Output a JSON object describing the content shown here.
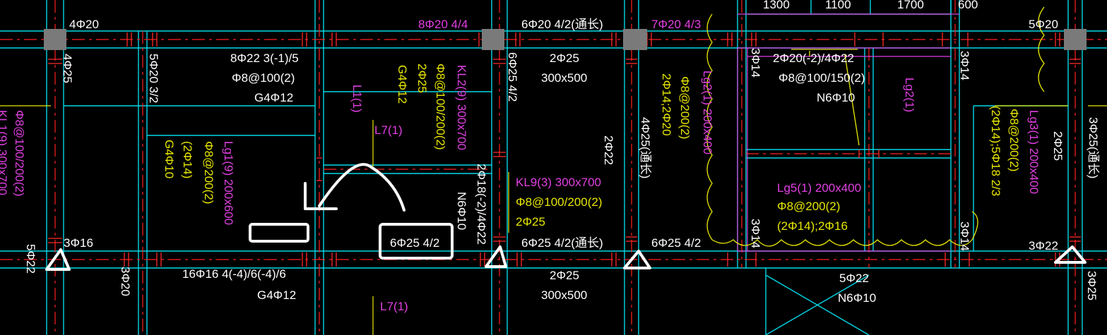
{
  "colors": {
    "background": "#000000",
    "beam_line": "#00d7e6",
    "axis_line": "#ff2020",
    "label_white": "#ffffff",
    "label_yellow": "#e6e600",
    "label_magenta": "#e040e0",
    "markup": "#ffffff"
  },
  "labels": [
    {
      "name": "label-4phi20-top-left",
      "text": "4Φ20",
      "color": "white"
    },
    {
      "name": "label-8phi20-4-4",
      "text": "8Φ20 4/4",
      "color": "magenta"
    },
    {
      "name": "label-6phi20-top-mid",
      "text": "6Φ20 4/2(通长)",
      "color": "white"
    },
    {
      "name": "label-7phi20-4-3",
      "text": "7Φ20 4/3",
      "color": "magenta"
    },
    {
      "name": "label-dim-1300",
      "text": "1300",
      "color": "white"
    },
    {
      "name": "label-dim-1100",
      "text": "1100",
      "color": "white"
    },
    {
      "name": "label-dim-1700",
      "text": "1700",
      "color": "white"
    },
    {
      "name": "label-dim-600",
      "text": "600",
      "color": "white"
    },
    {
      "name": "label-5phi20-top-right",
      "text": "5Φ20",
      "color": "white"
    },
    {
      "name": "label-8phi22-3-1-5",
      "text": "8Φ22 3(-1)/5",
      "color": "white"
    },
    {
      "name": "label-phi8-100-2-left",
      "text": "Φ8@100(2)",
      "color": "white"
    },
    {
      "name": "label-g4phi12-top",
      "text": "G4Φ12",
      "color": "white"
    },
    {
      "name": "label-2phi25-top",
      "text": "2Φ25",
      "color": "white"
    },
    {
      "name": "label-300x500-top",
      "text": "300x500",
      "color": "white"
    },
    {
      "name": "label-2phi20-2-4phi22",
      "text": "2Φ20(-2)/4Φ22",
      "color": "white"
    },
    {
      "name": "label-phi8-100-150-2",
      "text": "Φ8@100/150(2)",
      "color": "white"
    },
    {
      "name": "label-n6phi10-top",
      "text": "N6Φ10",
      "color": "white"
    },
    {
      "name": "label-4phi25-left-col",
      "text": "4Φ25",
      "color": "white"
    },
    {
      "name": "label-5phi20-3-2",
      "text": "5Φ20 3/2",
      "color": "white"
    },
    {
      "name": "label-l1-1",
      "text": "L1(1)",
      "color": "magenta"
    },
    {
      "name": "label-l7-1-upper",
      "text": "L7(1)",
      "color": "magenta"
    },
    {
      "name": "label-g4phi12-vert",
      "text": "G4Φ12",
      "color": "yellow"
    },
    {
      "name": "label-2phi25-vert",
      "text": "2Φ25",
      "color": "yellow"
    },
    {
      "name": "label-phi8-100-200-2-vert",
      "text": "Φ8@100/200(2)",
      "color": "yellow"
    },
    {
      "name": "label-kl2-9-300x700",
      "text": "KL2(9) 300x700",
      "color": "magenta"
    },
    {
      "name": "label-6phi25-4-2-vert",
      "text": "6Φ25 4/2",
      "color": "white"
    },
    {
      "name": "label-kl1-9-300x700",
      "text": "KL1(9) 300x700",
      "color": "magenta"
    },
    {
      "name": "label-phi8-100-200-2-far-left",
      "text": "Φ8@100/200(2)",
      "color": "magenta"
    },
    {
      "name": "label-g4phi10",
      "text": "G4Φ10",
      "color": "yellow"
    },
    {
      "name": "label-2phi14",
      "text": "(2Φ14)",
      "color": "yellow"
    },
    {
      "name": "label-phi8-200-2-lg1",
      "text": "Φ8@200(2)",
      "color": "yellow"
    },
    {
      "name": "label-lg1-9-200x600",
      "text": "Lg1(9) 200x600",
      "color": "magenta"
    },
    {
      "name": "label-2phi18-2-4phi22",
      "text": "2Φ18(-2)/4Φ22",
      "color": "white"
    },
    {
      "name": "label-n6phi10-vert",
      "text": "N6Φ10",
      "color": "white"
    },
    {
      "name": "label-2phi22-vert",
      "text": "2Φ22",
      "color": "white"
    },
    {
      "name": "label-4phi25-tongchang",
      "text": "4Φ25(通长)",
      "color": "white"
    },
    {
      "name": "label-2phi14-2phi20",
      "text": "2Φ14;2Φ20",
      "color": "yellow"
    },
    {
      "name": "label-phi8-200-2-lg2",
      "text": "Φ8@200(2)",
      "color": "yellow"
    },
    {
      "name": "label-lg2-1-200x400",
      "text": "Lg2(1) 200x400",
      "color": "magenta"
    },
    {
      "name": "label-3phi14-a",
      "text": "3Φ14",
      "color": "white"
    },
    {
      "name": "label-lg2-1-small",
      "text": "Lg2(1)",
      "color": "magenta"
    },
    {
      "name": "label-3phi14-b",
      "text": "3Φ14",
      "color": "white"
    },
    {
      "name": "label-lg3-1-200x400",
      "text": "Lg3(1) 200x400",
      "color": "magenta"
    },
    {
      "name": "label-phi8-200-2-lg3",
      "text": "Φ8@200(2)",
      "color": "yellow"
    },
    {
      "name": "label-2phi14-5phi18",
      "text": "(2Φ14);5Φ18 2/3",
      "color": "yellow"
    },
    {
      "name": "label-2phi25-right-vert",
      "text": "2Φ25",
      "color": "white"
    },
    {
      "name": "label-3phi25-tongchang",
      "text": "3Φ25(通长)",
      "color": "white"
    },
    {
      "name": "label-kl9-3-300x700",
      "text": "KL9(3) 300x700",
      "color": "magenta"
    },
    {
      "name": "label-phi8-100-200-2-kl9",
      "text": "Φ8@100/200(2)",
      "color": "yellow"
    },
    {
      "name": "label-2phi25-kl9",
      "text": "2Φ25",
      "color": "yellow"
    },
    {
      "name": "label-lg5-1-200x400",
      "text": "Lg5(1) 200x400",
      "color": "magenta"
    },
    {
      "name": "label-phi8-200-2-lg5",
      "text": "Φ8@200(2)",
      "color": "yellow"
    },
    {
      "name": "label-2phi14-2phi16",
      "text": "(2Φ14);2Φ16",
      "color": "yellow"
    },
    {
      "name": "label-3phi14-c",
      "text": "3Φ14",
      "color": "white"
    },
    {
      "name": "label-3phi14-d",
      "text": "3Φ14",
      "color": "white"
    },
    {
      "name": "label-3phi16",
      "text": "3Φ16",
      "color": "white"
    },
    {
      "name": "label-5phi22-left-vert",
      "text": "5Φ22",
      "color": "white"
    },
    {
      "name": "label-6phi25-4-2-circled",
      "text": "6Φ25 4/2",
      "color": "white"
    },
    {
      "name": "label-6phi25-4-2-tongchang",
      "text": "6Φ25 4/2(通长)",
      "color": "white"
    },
    {
      "name": "label-6phi25-4-2-right",
      "text": "6Φ25 4/2",
      "color": "white"
    },
    {
      "name": "label-3phi22",
      "text": "3Φ22",
      "color": "white"
    },
    {
      "name": "label-3phi20-vert",
      "text": "3Φ20",
      "color": "white"
    },
    {
      "name": "label-16phi16",
      "text": "16Φ16 4(-4)/6(-4)/6",
      "color": "white"
    },
    {
      "name": "label-g4phi12-bottom",
      "text": "G4Φ12",
      "color": "white"
    },
    {
      "name": "label-l7-1-lower",
      "text": "L7(1)",
      "color": "magenta"
    },
    {
      "name": "label-2phi25-bottom",
      "text": "2Φ25",
      "color": "white"
    },
    {
      "name": "label-300x500-bottom",
      "text": "300x500",
      "color": "white"
    },
    {
      "name": "label-5phi22-bottom",
      "text": "5Φ22",
      "color": "white"
    },
    {
      "name": "label-n6phi10-bottom",
      "text": "N6Φ10",
      "color": "white"
    },
    {
      "name": "label-3phi25-bottom-right",
      "text": "3Φ25",
      "color": "white"
    }
  ]
}
